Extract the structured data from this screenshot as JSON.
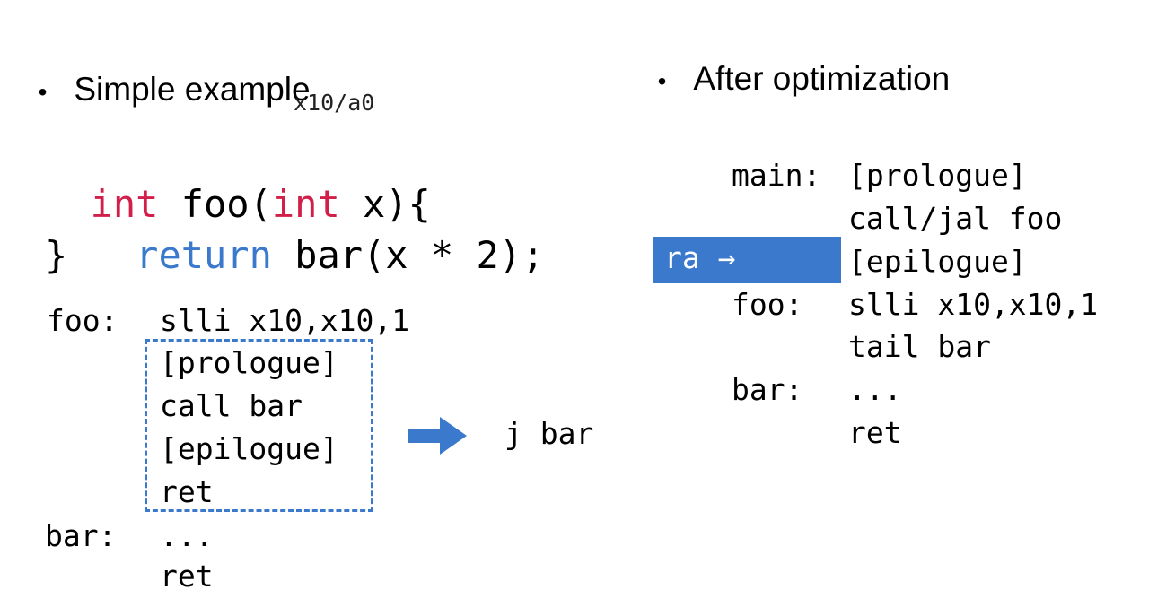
{
  "left": {
    "bullet": "Simple example",
    "register_annotation": "x10/a0",
    "c_code": {
      "line1": {
        "kw": "int",
        "text1": " foo(",
        "kw2": "int",
        "text2": " x){"
      },
      "line2": {
        "indent": "  ",
        "kw": "return",
        "text": " bar(x * 2);"
      },
      "line3": "}"
    },
    "asm": {
      "foo_label": "foo:",
      "foo_instr": "slli x10,x10,1",
      "dashed_lines": [
        "[prologue]",
        "call bar",
        "[epilogue]",
        "ret"
      ],
      "bar_label": "bar:",
      "bar_body": "...",
      "bar_ret": "ret"
    },
    "replacement": "j bar"
  },
  "right": {
    "bullet": "After optimization",
    "ra_label": "ra →",
    "asm": {
      "main_label": "main:",
      "main_lines": [
        "[prologue]",
        "call/jal foo",
        "[epilogue]"
      ],
      "foo_label": "foo:",
      "foo_lines": [
        "slli x10,x10,1",
        "tail bar"
      ],
      "bar_label": "bar:",
      "bar_lines": [
        "...",
        "ret"
      ]
    }
  },
  "colors": {
    "keyword_red": "#d21f4a",
    "keyword_blue": "#3a79cc",
    "accent_blue": "#3a79cc"
  }
}
